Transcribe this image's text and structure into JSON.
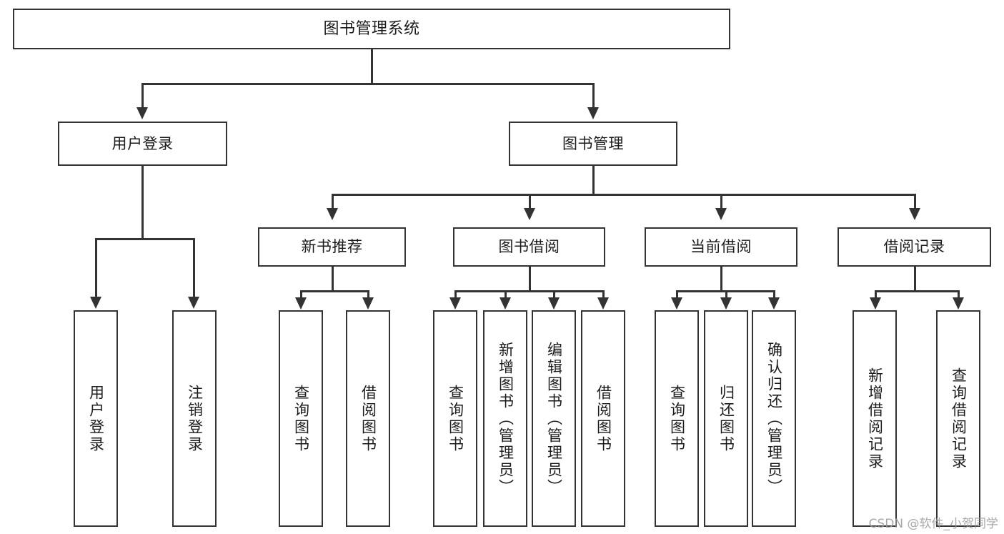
{
  "diagram": {
    "type": "tree-hierarchy",
    "title": "图书管理系统",
    "background_color": "#ffffff",
    "line_color": "#333333",
    "text_color": "#1b1b1b"
  },
  "root": {
    "label": "图书管理系统"
  },
  "level2": [
    {
      "id": "user-login",
      "label": "用户登录"
    },
    {
      "id": "book-manage",
      "label": "图书管理"
    }
  ],
  "level3": [
    {
      "id": "new-book-recommend",
      "label": "新书推荐"
    },
    {
      "id": "book-borrow",
      "label": "图书借阅"
    },
    {
      "id": "current-borrow",
      "label": "当前借阅"
    },
    {
      "id": "borrow-record",
      "label": "借阅记录"
    }
  ],
  "leaves": {
    "user_login": [
      {
        "id": "leaf-user-login",
        "label": "用户登录"
      },
      {
        "id": "leaf-logout",
        "label": "注销登录"
      }
    ],
    "new_book_recommend": [
      {
        "id": "leaf-query-book-1",
        "label": "查询图书"
      },
      {
        "id": "leaf-borrow-book-1",
        "label": "借阅图书"
      }
    ],
    "book_borrow": [
      {
        "id": "leaf-query-book-2",
        "label": "查询图书"
      },
      {
        "id": "leaf-add-book",
        "label": "新增图书（管理员）"
      },
      {
        "id": "leaf-edit-book",
        "label": "编辑图书（管理员）"
      },
      {
        "id": "leaf-borrow-book-2",
        "label": "借阅图书"
      }
    ],
    "current_borrow": [
      {
        "id": "leaf-query-book-3",
        "label": "查询图书"
      },
      {
        "id": "leaf-return-book",
        "label": "归还图书"
      },
      {
        "id": "leaf-confirm-return",
        "label": "确认归还（管理员）"
      }
    ],
    "borrow_record": [
      {
        "id": "leaf-add-record",
        "label": "新增借阅记录"
      },
      {
        "id": "leaf-query-record",
        "label": "查询借阅记录"
      }
    ]
  },
  "watermark": {
    "text": "CSDN @软件_小贺同学"
  }
}
